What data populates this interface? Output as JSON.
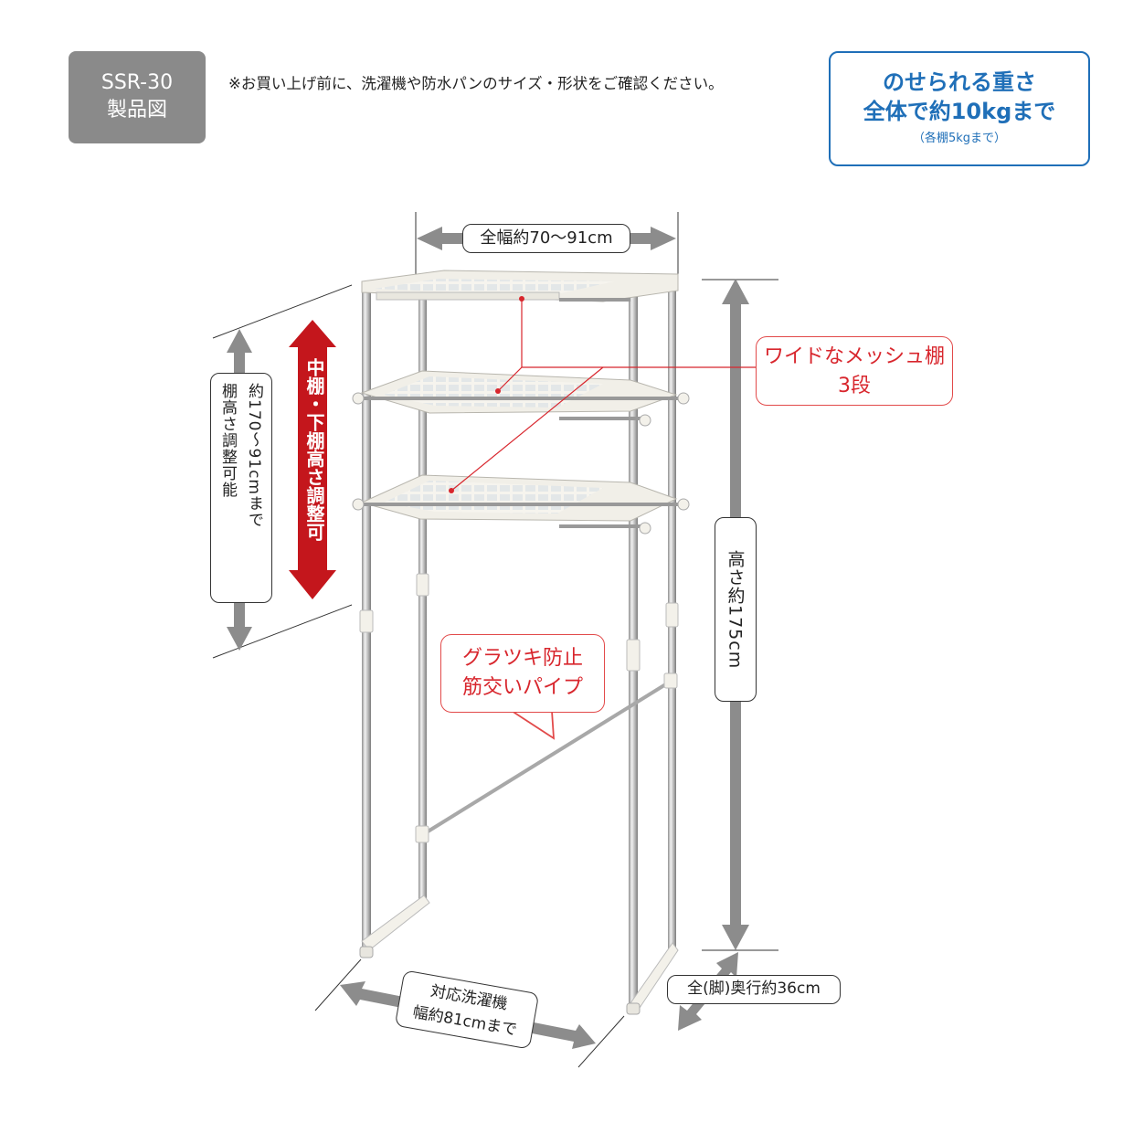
{
  "badge": {
    "model": "SSR-30",
    "subtitle": "製品図"
  },
  "notice": "※お買い上げ前に、洗濯機や防水パンのサイズ・形状をご確認ください。",
  "weight_box": {
    "line1": "のせられる重さ",
    "line2": "全体で約10kgまで",
    "line3": "（各棚5kgまで）"
  },
  "dimensions": {
    "top_width": "全幅約70〜91cm",
    "height": "高さ約175cm",
    "depth": "全(脚)奥行約36cm",
    "washer_width_line1": "対応洗濯機",
    "washer_width_line2": "幅約81cmまで",
    "shelf_range_col1": "棚高さ調整可能",
    "shelf_range_col2": "約170〜91cmまで"
  },
  "red_arrow_label": "中棚・下棚高さ調整可",
  "callouts": {
    "mesh_line1": "ワイドなメッシュ棚",
    "mesh_line2": "3段",
    "pipe_line1": "グラツキ防止",
    "pipe_line2": "筋交いパイプ"
  },
  "colors": {
    "accent_blue": "#1f6fb8",
    "accent_red": "#d8262d",
    "badge_gray": "#8a8a8a",
    "arrow_gray": "#8c8c8c"
  }
}
